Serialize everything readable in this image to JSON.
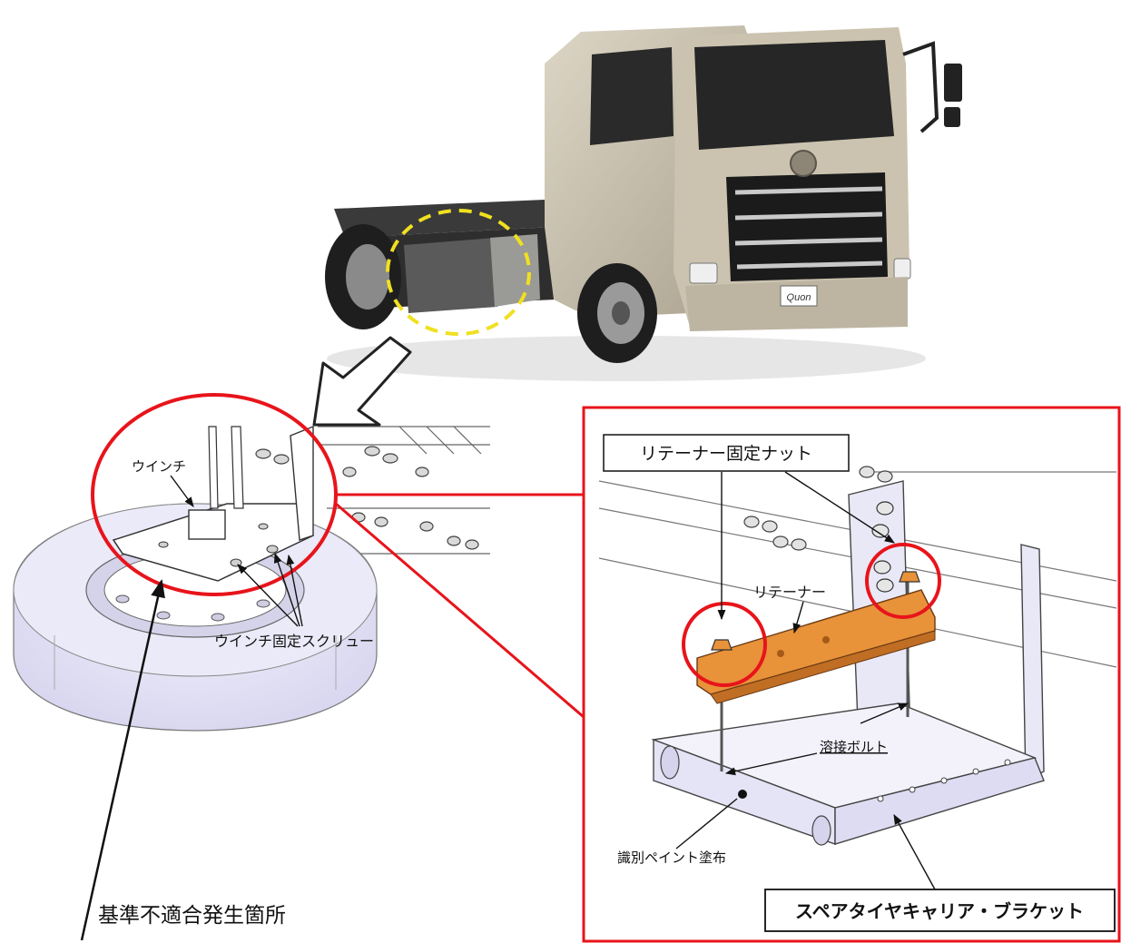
{
  "labels": {
    "winch": "ウインチ",
    "winch_screw": "ウインチ固定スクリュー",
    "defect_location": "基準不適合発生箇所",
    "retainer_nut": "リテーナー固定ナット",
    "retainer": "リテーナー",
    "weld_bolt": "溶接ボルト",
    "paint_mark": "識別ペイント塗布",
    "bracket": "スペアタイヤキャリア・ブラケット",
    "truck_badge": "Quon"
  },
  "colors": {
    "callout_red": "#e8141b",
    "highlight_yellow": "#f0e020",
    "retainer_orange": "#e8923a",
    "tire_lavender": "#e4e2f6",
    "bracket_lavender": "#e9e8f7",
    "truck_body": "#cfc7b4"
  },
  "icons": {
    "arrow": "block-arrow-down-left",
    "truck": "tractor-truck"
  }
}
